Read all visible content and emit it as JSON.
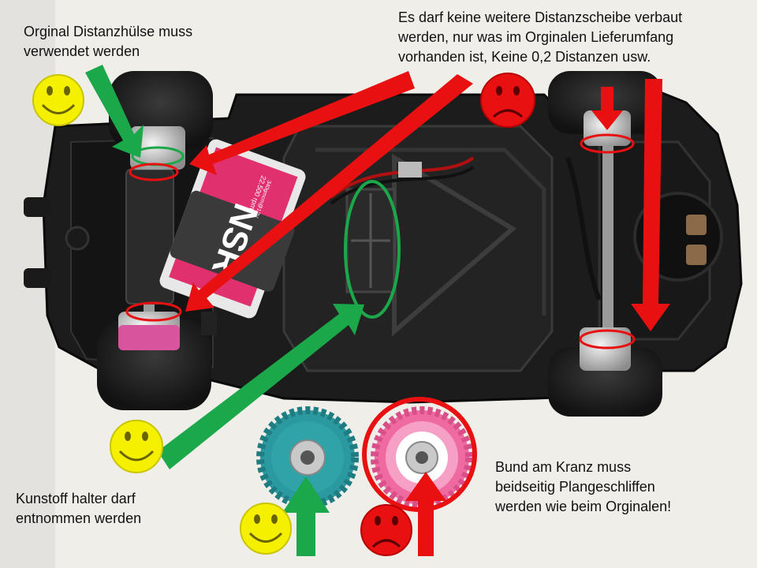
{
  "annotations": {
    "top_left": "Orginal Distanzhülse muss\nverwendet werden",
    "top_right": "Es darf keine weitere Distanzscheibe verbaut\nwerden, nur was im Orginalen Lieferumfang\nvorhanden ist, Keine 0,2 Distanzen usw.",
    "bottom_left": "Kunstoff  halter darf\nentnommen werden",
    "bottom_right": "Bund am Kranz muss\nbeidseitig Plangeschliffen\nwerden wie beim Orginalen!"
  },
  "motor_label": {
    "brand": "NSR",
    "rpm": "22.500 rpm",
    "gauss": "340gmcm@12V"
  },
  "smileys": [
    {
      "mood": "happy",
      "color": "#f5f000"
    },
    {
      "mood": "sad",
      "color": "#e81010"
    },
    {
      "mood": "happy",
      "color": "#f5f000"
    },
    {
      "mood": "happy",
      "color": "#f5f000"
    },
    {
      "mood": "sad",
      "color": "#e81010"
    }
  ],
  "colors": {
    "ok_arrow": "#1aa84a",
    "bad_arrow": "#e81010",
    "happy_face": "#f5f000",
    "sad_face": "#e81010",
    "ok_ellipse": "#1aa84a",
    "bad_ellipse": "#e81010"
  },
  "icons": [
    "happy-smiley-icon",
    "sad-smiley-icon",
    "arrow-icon"
  ]
}
